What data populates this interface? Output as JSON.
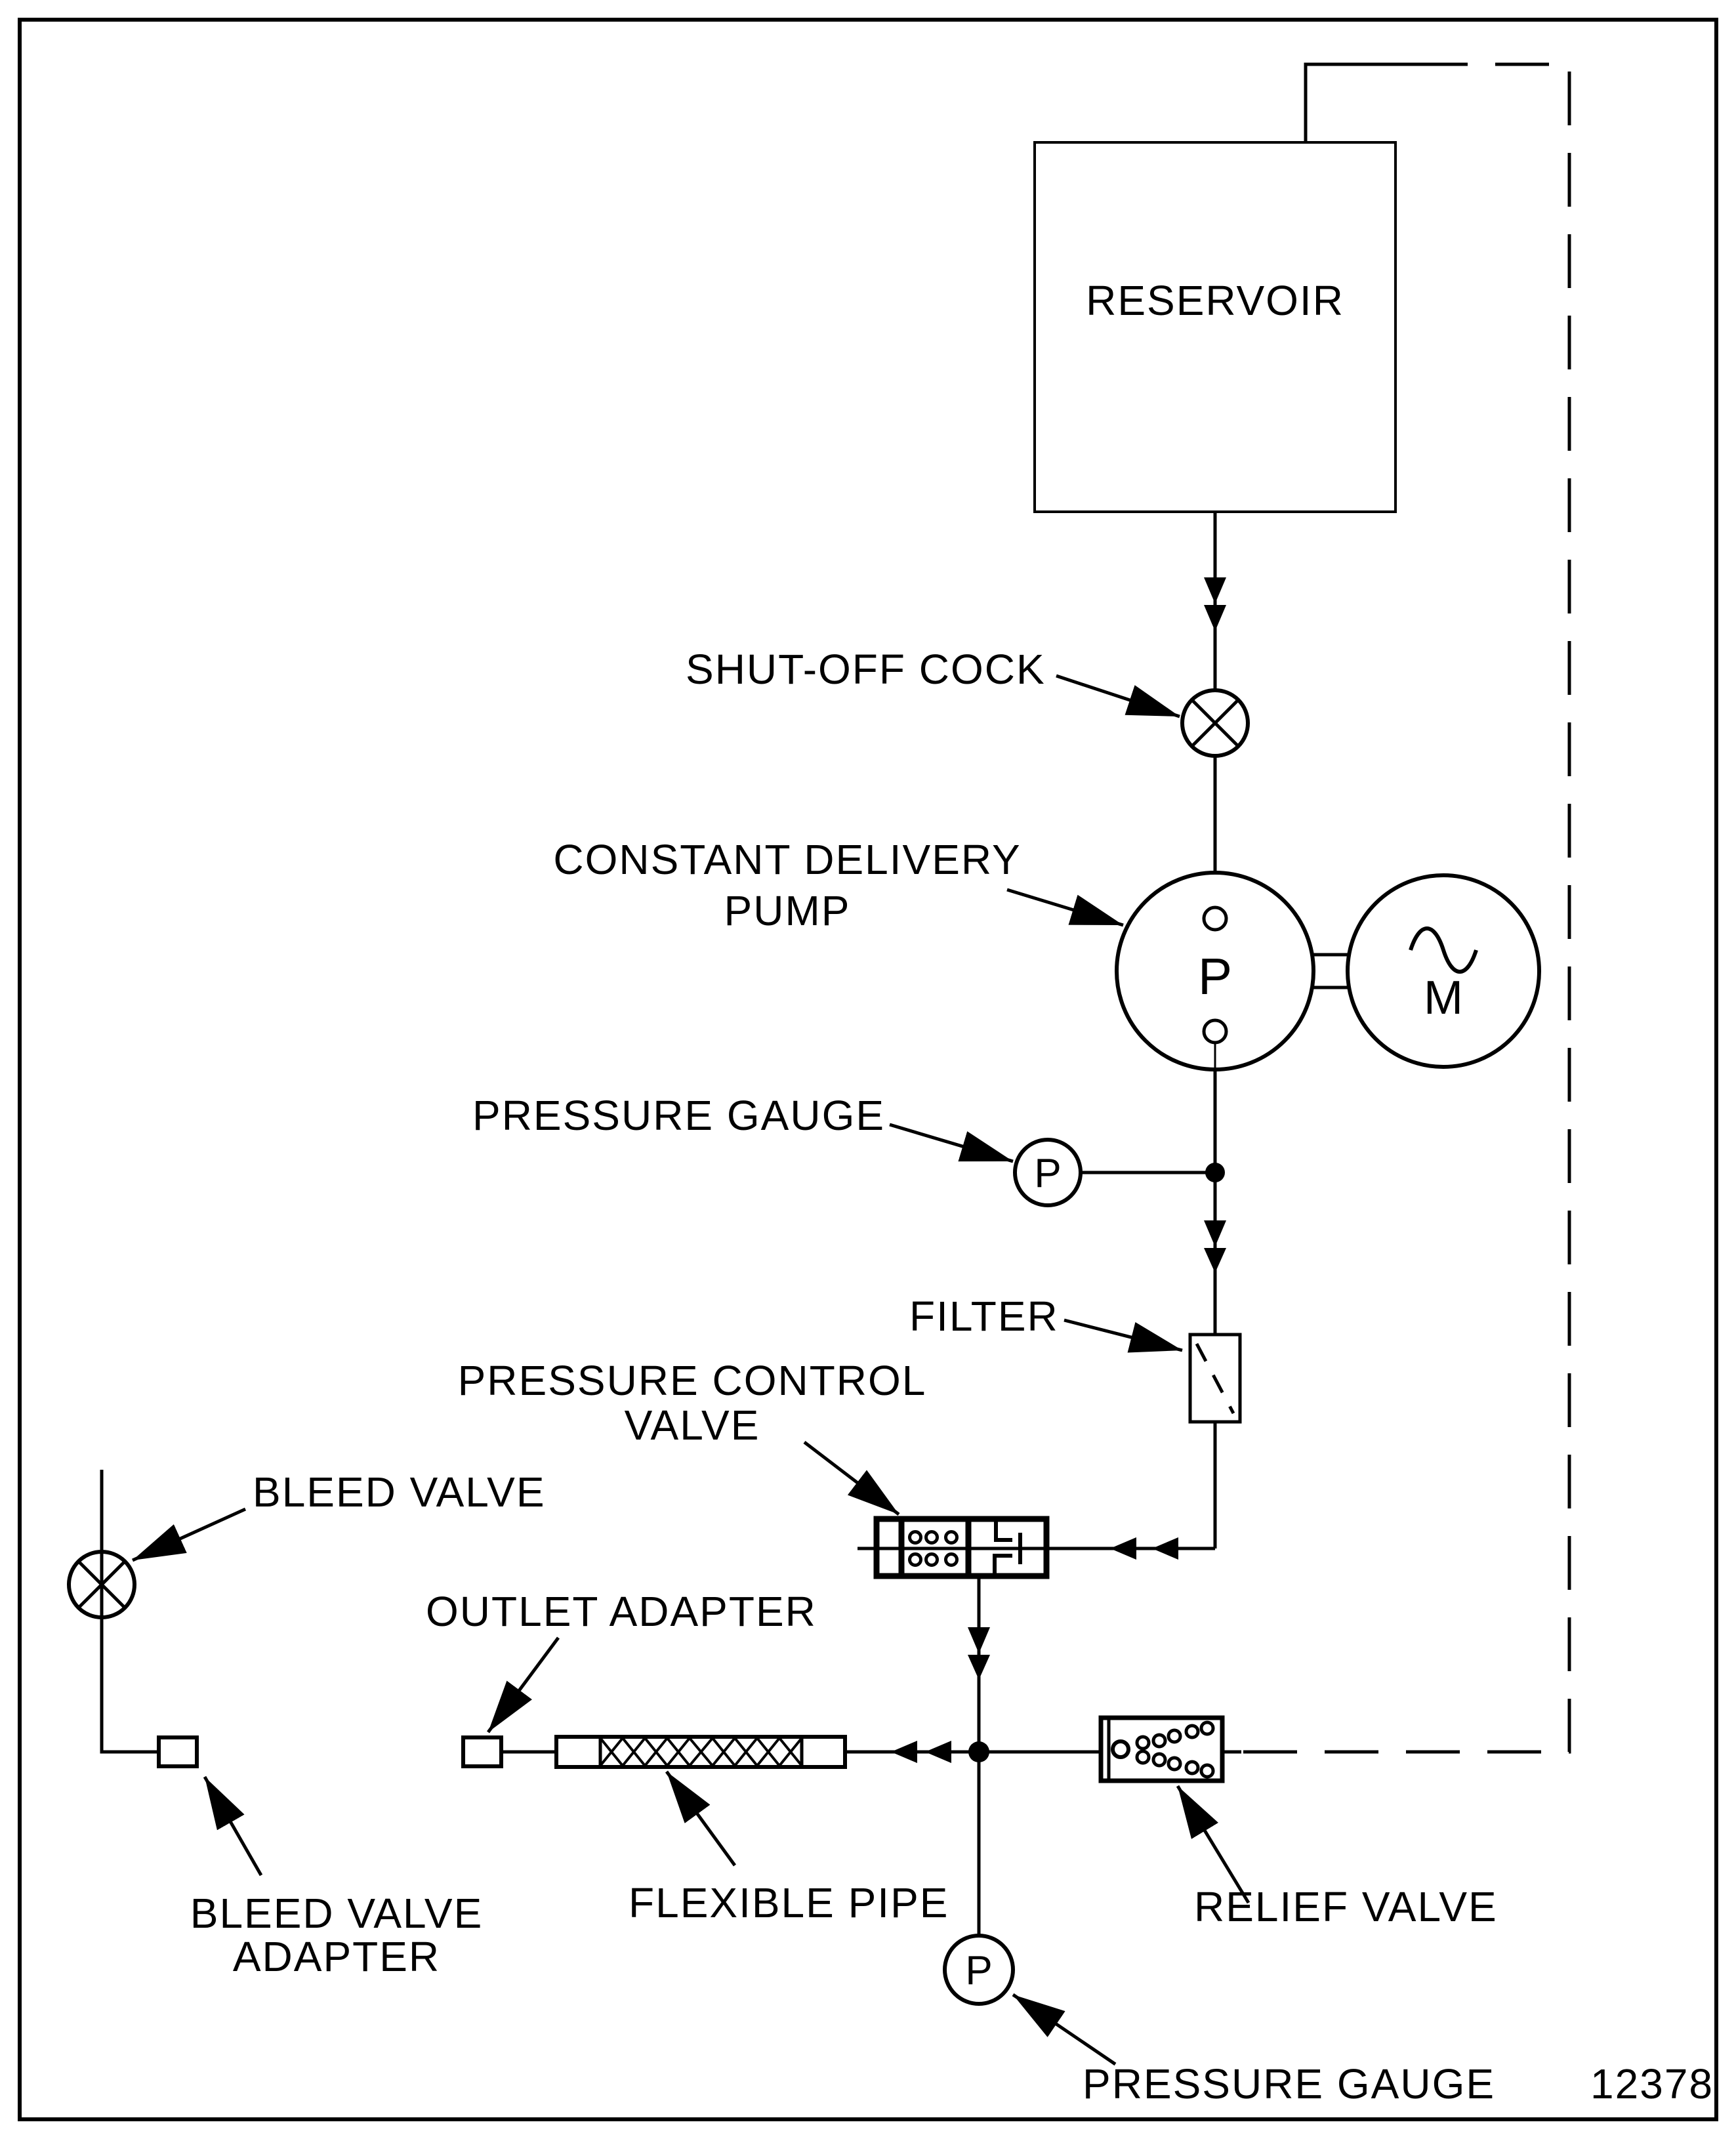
{
  "figure": {
    "number": "12378"
  },
  "colors": {
    "ink": "#000000",
    "paper": "#ffffff"
  },
  "labels": {
    "reservoir": "RESERVOIR",
    "shut_off_cock": "SHUT-OFF COCK",
    "pump_line1": "CONSTANT DELIVERY",
    "pump_line2": "PUMP",
    "pressure_gauge_top": "PRESSURE GAUGE",
    "filter": "FILTER",
    "pcv_line1": "PRESSURE CONTROL",
    "pcv_line2": "VALVE",
    "bleed_valve": "BLEED VALVE",
    "outlet_adapter": "OUTLET ADAPTER",
    "bva_line1": "BLEED VALVE",
    "bva_line2": "ADAPTER",
    "flexible_pipe": "FLEXIBLE PIPE",
    "relief_valve": "RELIEF VALVE",
    "pressure_gauge_bottom": "PRESSURE GAUGE"
  },
  "symbols": {
    "pump_letter": "P",
    "motor_letter": "M",
    "gauge_top_letter": "P",
    "gauge_bottom_letter": "P"
  }
}
